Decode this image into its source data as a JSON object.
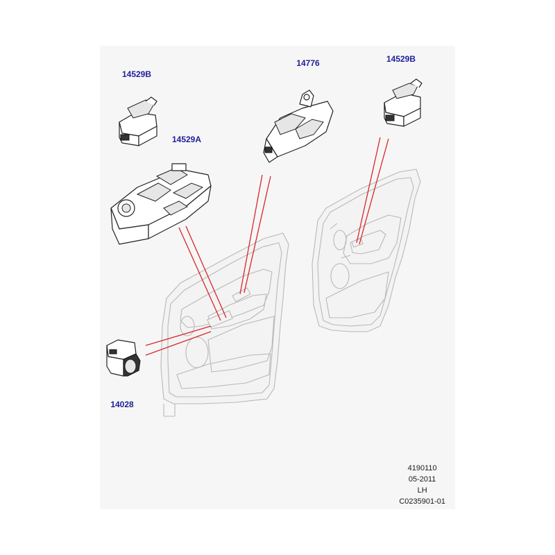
{
  "callouts": {
    "switch_rear_left": "14529B",
    "switch_rear_right": "14529B",
    "master_switch": "14529A",
    "rear_door_switch_pack": "14776",
    "mirror_switch": "14028"
  },
  "reference": {
    "figure_number": "4190110",
    "date": "05-2011",
    "side": "LH",
    "code": "C0235901-01"
  },
  "colors": {
    "callout_text": "#1e1e9a",
    "leader_line": "#d8262a",
    "door_outline": "#b8b8b8",
    "sheet_background": "#f6f6f6"
  }
}
